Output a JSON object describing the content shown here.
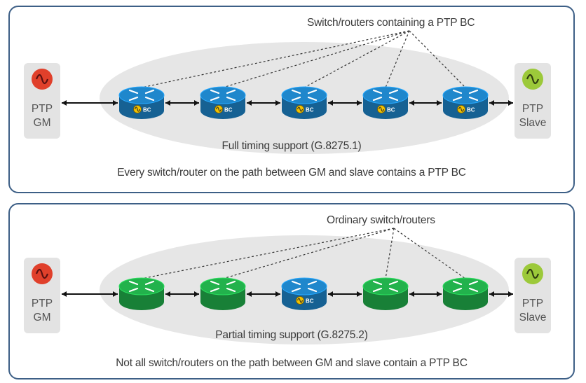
{
  "panels": [
    {
      "callout": "Switch/routers containing a PTP BC",
      "inner_label": "Full timing support (G.8275.1)",
      "caption": "Every switch/router on the path between GM and slave contains a PTP BC",
      "gm": {
        "line1": "PTP",
        "line2": "GM"
      },
      "slave": {
        "line1": "PTP",
        "line2": "Slave"
      },
      "routers": [
        {
          "type": "bc",
          "badge": "BC"
        },
        {
          "type": "bc",
          "badge": "BC"
        },
        {
          "type": "bc",
          "badge": "BC"
        },
        {
          "type": "bc",
          "badge": "BC"
        },
        {
          "type": "bc",
          "badge": "BC"
        }
      ]
    },
    {
      "callout": "Ordinary switch/routers",
      "inner_label": "Partial timing support (G.8275.2)",
      "caption": "Not all switch/routers on the path between GM and slave contain a PTP BC",
      "gm": {
        "line1": "PTP",
        "line2": "GM"
      },
      "slave": {
        "line1": "PTP",
        "line2": "Slave"
      },
      "routers": [
        {
          "type": "ordinary"
        },
        {
          "type": "ordinary"
        },
        {
          "type": "bc",
          "badge": "BC"
        },
        {
          "type": "ordinary"
        },
        {
          "type": "ordinary"
        }
      ]
    }
  ],
  "colors": {
    "panel_border": "#3d5f86",
    "ellipse": "#e6e6e6",
    "bc_router": "#1f87cc",
    "ordinary_router": "#22b24c",
    "gm_icon": "#e0402b",
    "slave_icon": "#9cc93a"
  },
  "icons": {
    "router": "router-icon",
    "gm": "sine-wave-icon",
    "slave": "sine-wave-icon"
  }
}
